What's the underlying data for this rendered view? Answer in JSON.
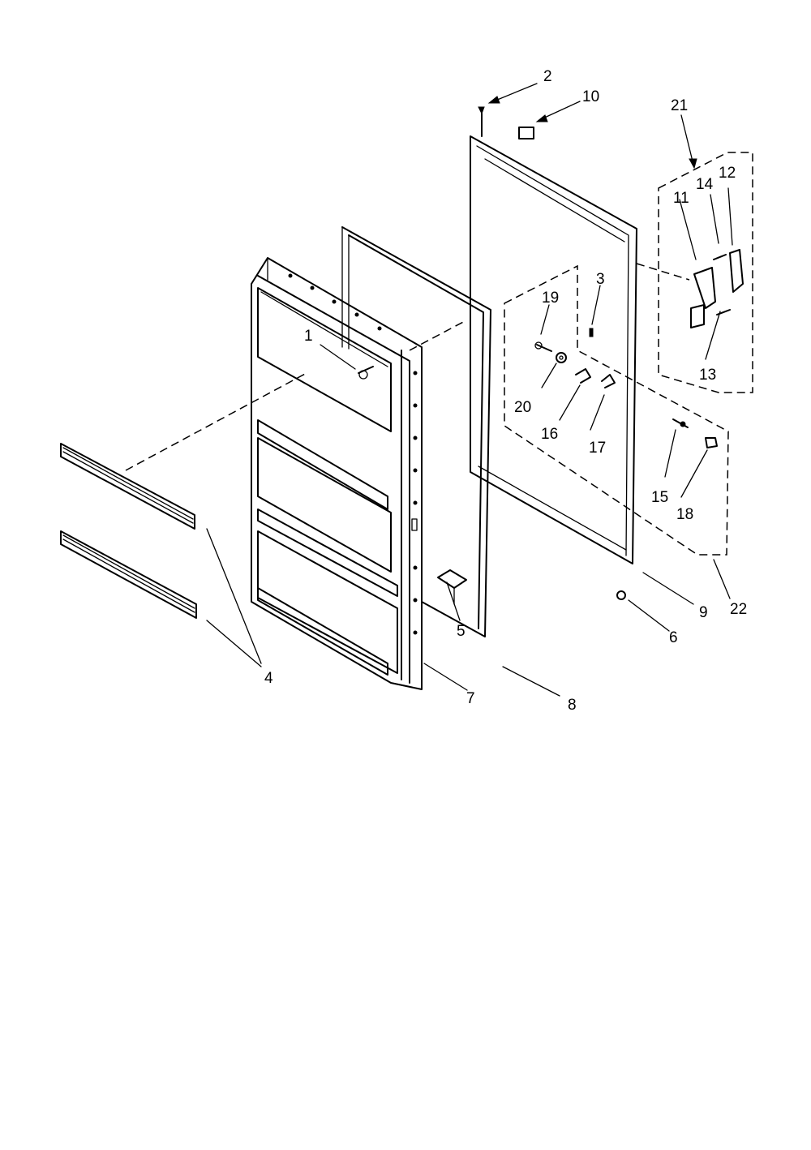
{
  "diagram": {
    "callouts": {
      "c1": "1",
      "c2": "2",
      "c3": "3",
      "c4": "4",
      "c5": "5",
      "c6": "6",
      "c7": "7",
      "c8": "8",
      "c9": "9",
      "c10": "10",
      "c11": "11",
      "c12": "12",
      "c13": "13",
      "c14": "14",
      "c15": "15",
      "c16": "16",
      "c17": "17",
      "c18": "18",
      "c19": "19",
      "c20": "20",
      "c21": "21",
      "c22": "22"
    },
    "colors": {
      "ink": "#000000",
      "background": "#ffffff"
    }
  }
}
